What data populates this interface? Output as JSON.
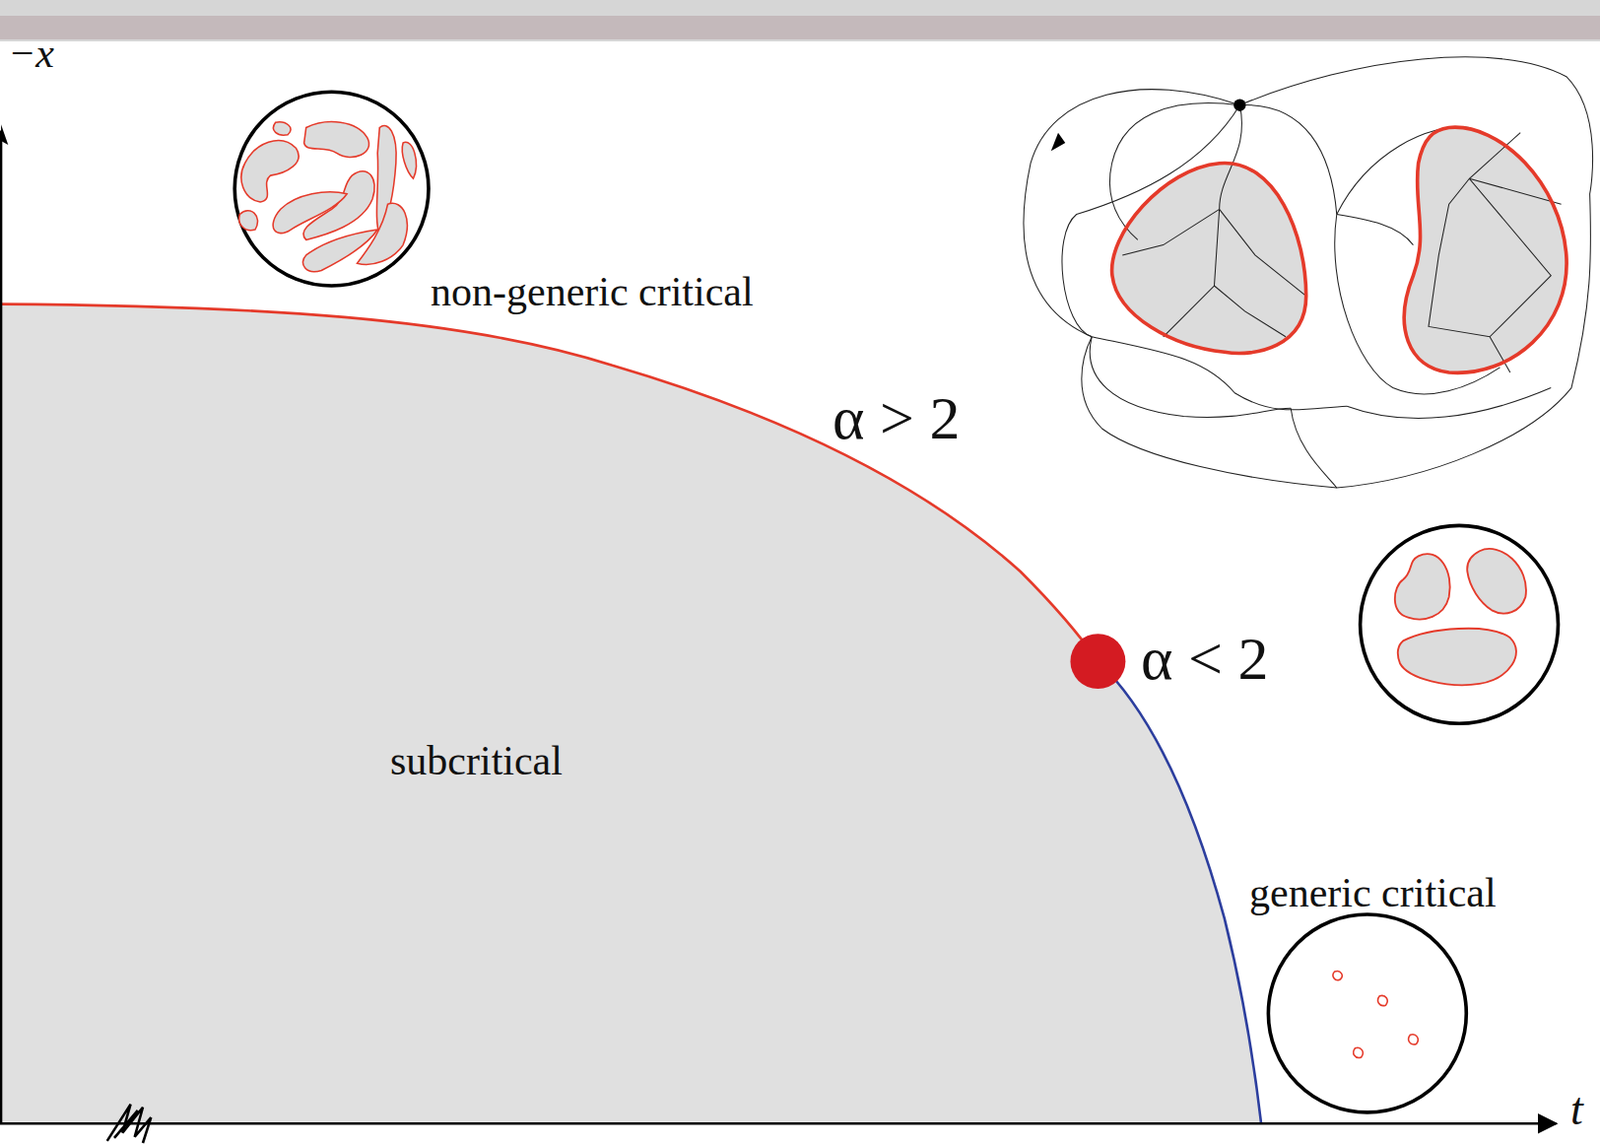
{
  "diagram": {
    "labels": [
      "−x",
      "non-generic critical",
      "α > 2",
      "α < 2",
      "subcritical",
      "generic critical",
      "t"
    ]
  }
}
